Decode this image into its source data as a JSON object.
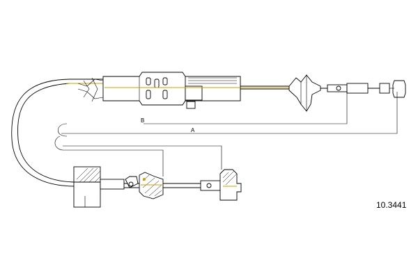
{
  "diagram": {
    "part_number": "10.3441",
    "dimension_labels": {
      "b": "B",
      "a": "A"
    },
    "colors": {
      "line": "#000000",
      "accent": "#c8a000",
      "background": "#ffffff"
    }
  }
}
